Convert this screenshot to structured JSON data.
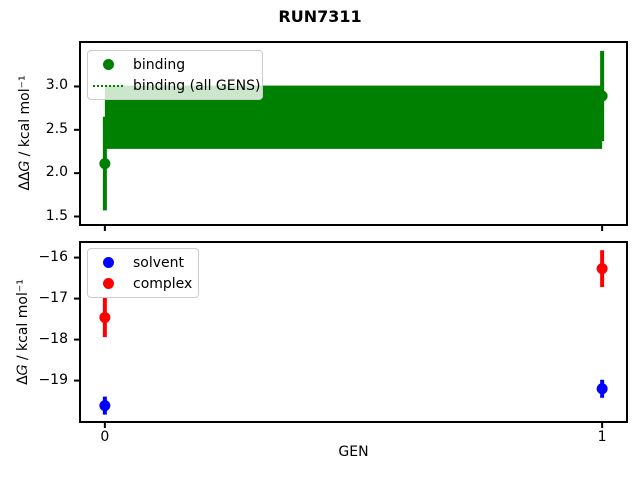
{
  "chart_data": [
    {
      "type": "scatter",
      "title": "RUN7311",
      "ylabel": "ΔΔ𝐺 / kcal mol⁻¹",
      "xlabel": "",
      "xlim": [
        -0.05,
        1.05
      ],
      "ylim": [
        1.402,
        3.513
      ],
      "grid": false,
      "legend_loc": "upper left",
      "show_xtick_labels": false,
      "yticks": [
        {
          "v": 3.0,
          "label": "3.0"
        },
        {
          "v": 2.5,
          "label": "2.5"
        },
        {
          "v": 2.0,
          "label": "2.0"
        },
        {
          "v": 1.5,
          "label": "1.5"
        }
      ],
      "xticks": [
        {
          "v": 0,
          "label": "0"
        },
        {
          "v": 1,
          "label": "1"
        }
      ],
      "series": [
        {
          "name": "binding",
          "color": "#008000",
          "marker": "circle",
          "points": [
            {
              "x": 0,
              "y": 2.11,
              "err": 0.54
            },
            {
              "x": 1,
              "y": 2.89,
              "err": 0.52
            }
          ]
        }
      ],
      "band": {
        "name": "binding (all GENS)",
        "color": "#008000",
        "lo": 2.28,
        "hi": 3.01,
        "center": 2.645,
        "line_style": "dotted",
        "x_from": 0,
        "x_to": 1
      }
    },
    {
      "type": "scatter",
      "title": "",
      "ylabel": "Δ𝐺 / kcal mol⁻¹",
      "xlabel": "GEN",
      "xlim": [
        -0.05,
        1.05
      ],
      "ylim": [
        -20.01,
        -15.62
      ],
      "grid": false,
      "legend_loc": "upper left",
      "show_xtick_labels": true,
      "yticks": [
        {
          "v": -16,
          "label": "−16"
        },
        {
          "v": -17,
          "label": "−17"
        },
        {
          "v": -18,
          "label": "−18"
        },
        {
          "v": -19,
          "label": "−19"
        }
      ],
      "xticks": [
        {
          "v": 0,
          "label": "0"
        },
        {
          "v": 1,
          "label": "1"
        }
      ],
      "series": [
        {
          "name": "solvent",
          "color": "#0000ff",
          "marker": "circle",
          "points": [
            {
              "x": 0,
              "y": -19.61,
              "err": 0.22
            },
            {
              "x": 1,
              "y": -19.2,
              "err": 0.22
            }
          ]
        },
        {
          "name": "complex",
          "color": "#ff0000",
          "marker": "circle",
          "points": [
            {
              "x": 0,
              "y": -17.46,
              "err": 0.48
            },
            {
              "x": 1,
              "y": -16.27,
              "err": 0.45
            }
          ]
        }
      ]
    }
  ]
}
